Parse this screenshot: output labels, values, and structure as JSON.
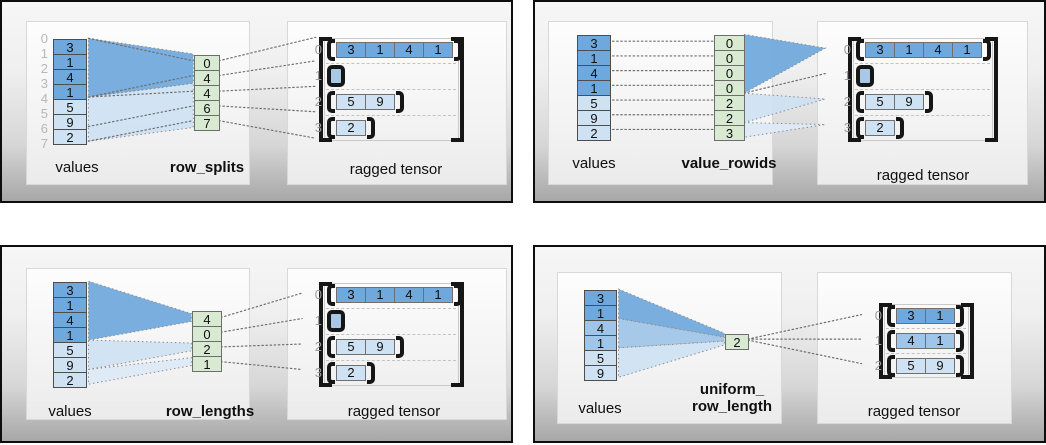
{
  "colors": {
    "dark": "#6fa8dc",
    "mid": "#9fc5e8",
    "light": "#cfe2f3",
    "lighter": "#ddebf7",
    "green": "#d9ead3"
  },
  "panels": [
    {
      "key": "row_splits",
      "values_label": "values",
      "param_label": "row_splits",
      "tensor_label": "ragged tensor",
      "value_indices": [
        "0",
        "1",
        "2",
        "3",
        "4",
        "5",
        "6",
        "7"
      ],
      "values": [
        {
          "v": "3",
          "s": "dark"
        },
        {
          "v": "1",
          "s": "dark"
        },
        {
          "v": "4",
          "s": "dark"
        },
        {
          "v": "1",
          "s": "dark"
        },
        {
          "v": "5",
          "s": "light"
        },
        {
          "v": "9",
          "s": "light"
        },
        {
          "v": "2",
          "s": "light"
        }
      ],
      "param": [
        {
          "v": "0"
        },
        {
          "v": "4"
        },
        {
          "v": "4"
        },
        {
          "v": "6"
        },
        {
          "v": "7"
        }
      ],
      "tensor_rows": [
        {
          "i": "0",
          "s": "dark",
          "cells": [
            "3",
            "1",
            "4",
            "1"
          ]
        },
        {
          "i": "1",
          "s": "dark",
          "cells": []
        },
        {
          "i": "2",
          "s": "light",
          "cells": [
            "5",
            "9"
          ]
        },
        {
          "i": "3",
          "s": "light",
          "cells": [
            "2"
          ]
        }
      ]
    },
    {
      "key": "value_rowids",
      "values_label": "values",
      "param_label": "value_rowids",
      "tensor_label": "ragged tensor",
      "values": [
        {
          "v": "3",
          "s": "dark"
        },
        {
          "v": "1",
          "s": "dark"
        },
        {
          "v": "4",
          "s": "dark"
        },
        {
          "v": "1",
          "s": "dark"
        },
        {
          "v": "5",
          "s": "light"
        },
        {
          "v": "9",
          "s": "light"
        },
        {
          "v": "2",
          "s": "light"
        }
      ],
      "param": [
        {
          "v": "0"
        },
        {
          "v": "0"
        },
        {
          "v": "0"
        },
        {
          "v": "0"
        },
        {
          "v": "2"
        },
        {
          "v": "2"
        },
        {
          "v": "3"
        }
      ],
      "tensor_rows": [
        {
          "i": "0",
          "s": "dark",
          "cells": [
            "3",
            "1",
            "4",
            "1"
          ]
        },
        {
          "i": "1",
          "s": "dark",
          "cells": []
        },
        {
          "i": "2",
          "s": "light",
          "cells": [
            "5",
            "9"
          ]
        },
        {
          "i": "3",
          "s": "light",
          "cells": [
            "2"
          ]
        }
      ]
    },
    {
      "key": "row_lengths",
      "values_label": "values",
      "param_label": "row_lengths",
      "tensor_label": "ragged tensor",
      "values": [
        {
          "v": "3",
          "s": "dark"
        },
        {
          "v": "1",
          "s": "dark"
        },
        {
          "v": "4",
          "s": "dark"
        },
        {
          "v": "1",
          "s": "dark"
        },
        {
          "v": "5",
          "s": "light"
        },
        {
          "v": "9",
          "s": "light"
        },
        {
          "v": "2",
          "s": "light"
        }
      ],
      "param": [
        {
          "v": "4"
        },
        {
          "v": "0"
        },
        {
          "v": "2"
        },
        {
          "v": "1"
        }
      ],
      "tensor_rows": [
        {
          "i": "0",
          "s": "dark",
          "cells": [
            "3",
            "1",
            "4",
            "1"
          ]
        },
        {
          "i": "1",
          "s": "dark",
          "cells": []
        },
        {
          "i": "2",
          "s": "light",
          "cells": [
            "5",
            "9"
          ]
        },
        {
          "i": "3",
          "s": "light",
          "cells": [
            "2"
          ]
        }
      ]
    },
    {
      "key": "uniform_row_length",
      "values_label": "values",
      "param_label_line1": "uniform_",
      "param_label_line2": "row_length",
      "tensor_label": "ragged tensor",
      "values": [
        {
          "v": "3",
          "s": "dark"
        },
        {
          "v": "1",
          "s": "dark"
        },
        {
          "v": "4",
          "s": "mid"
        },
        {
          "v": "1",
          "s": "mid"
        },
        {
          "v": "5",
          "s": "light"
        },
        {
          "v": "9",
          "s": "light"
        }
      ],
      "param": [
        {
          "v": "2"
        }
      ],
      "tensor_rows": [
        {
          "i": "0",
          "s": "dark",
          "cells": [
            "3",
            "1"
          ]
        },
        {
          "i": "1",
          "s": "mid",
          "cells": [
            "4",
            "1"
          ]
        },
        {
          "i": "2",
          "s": "light",
          "cells": [
            "5",
            "9"
          ]
        }
      ]
    }
  ]
}
